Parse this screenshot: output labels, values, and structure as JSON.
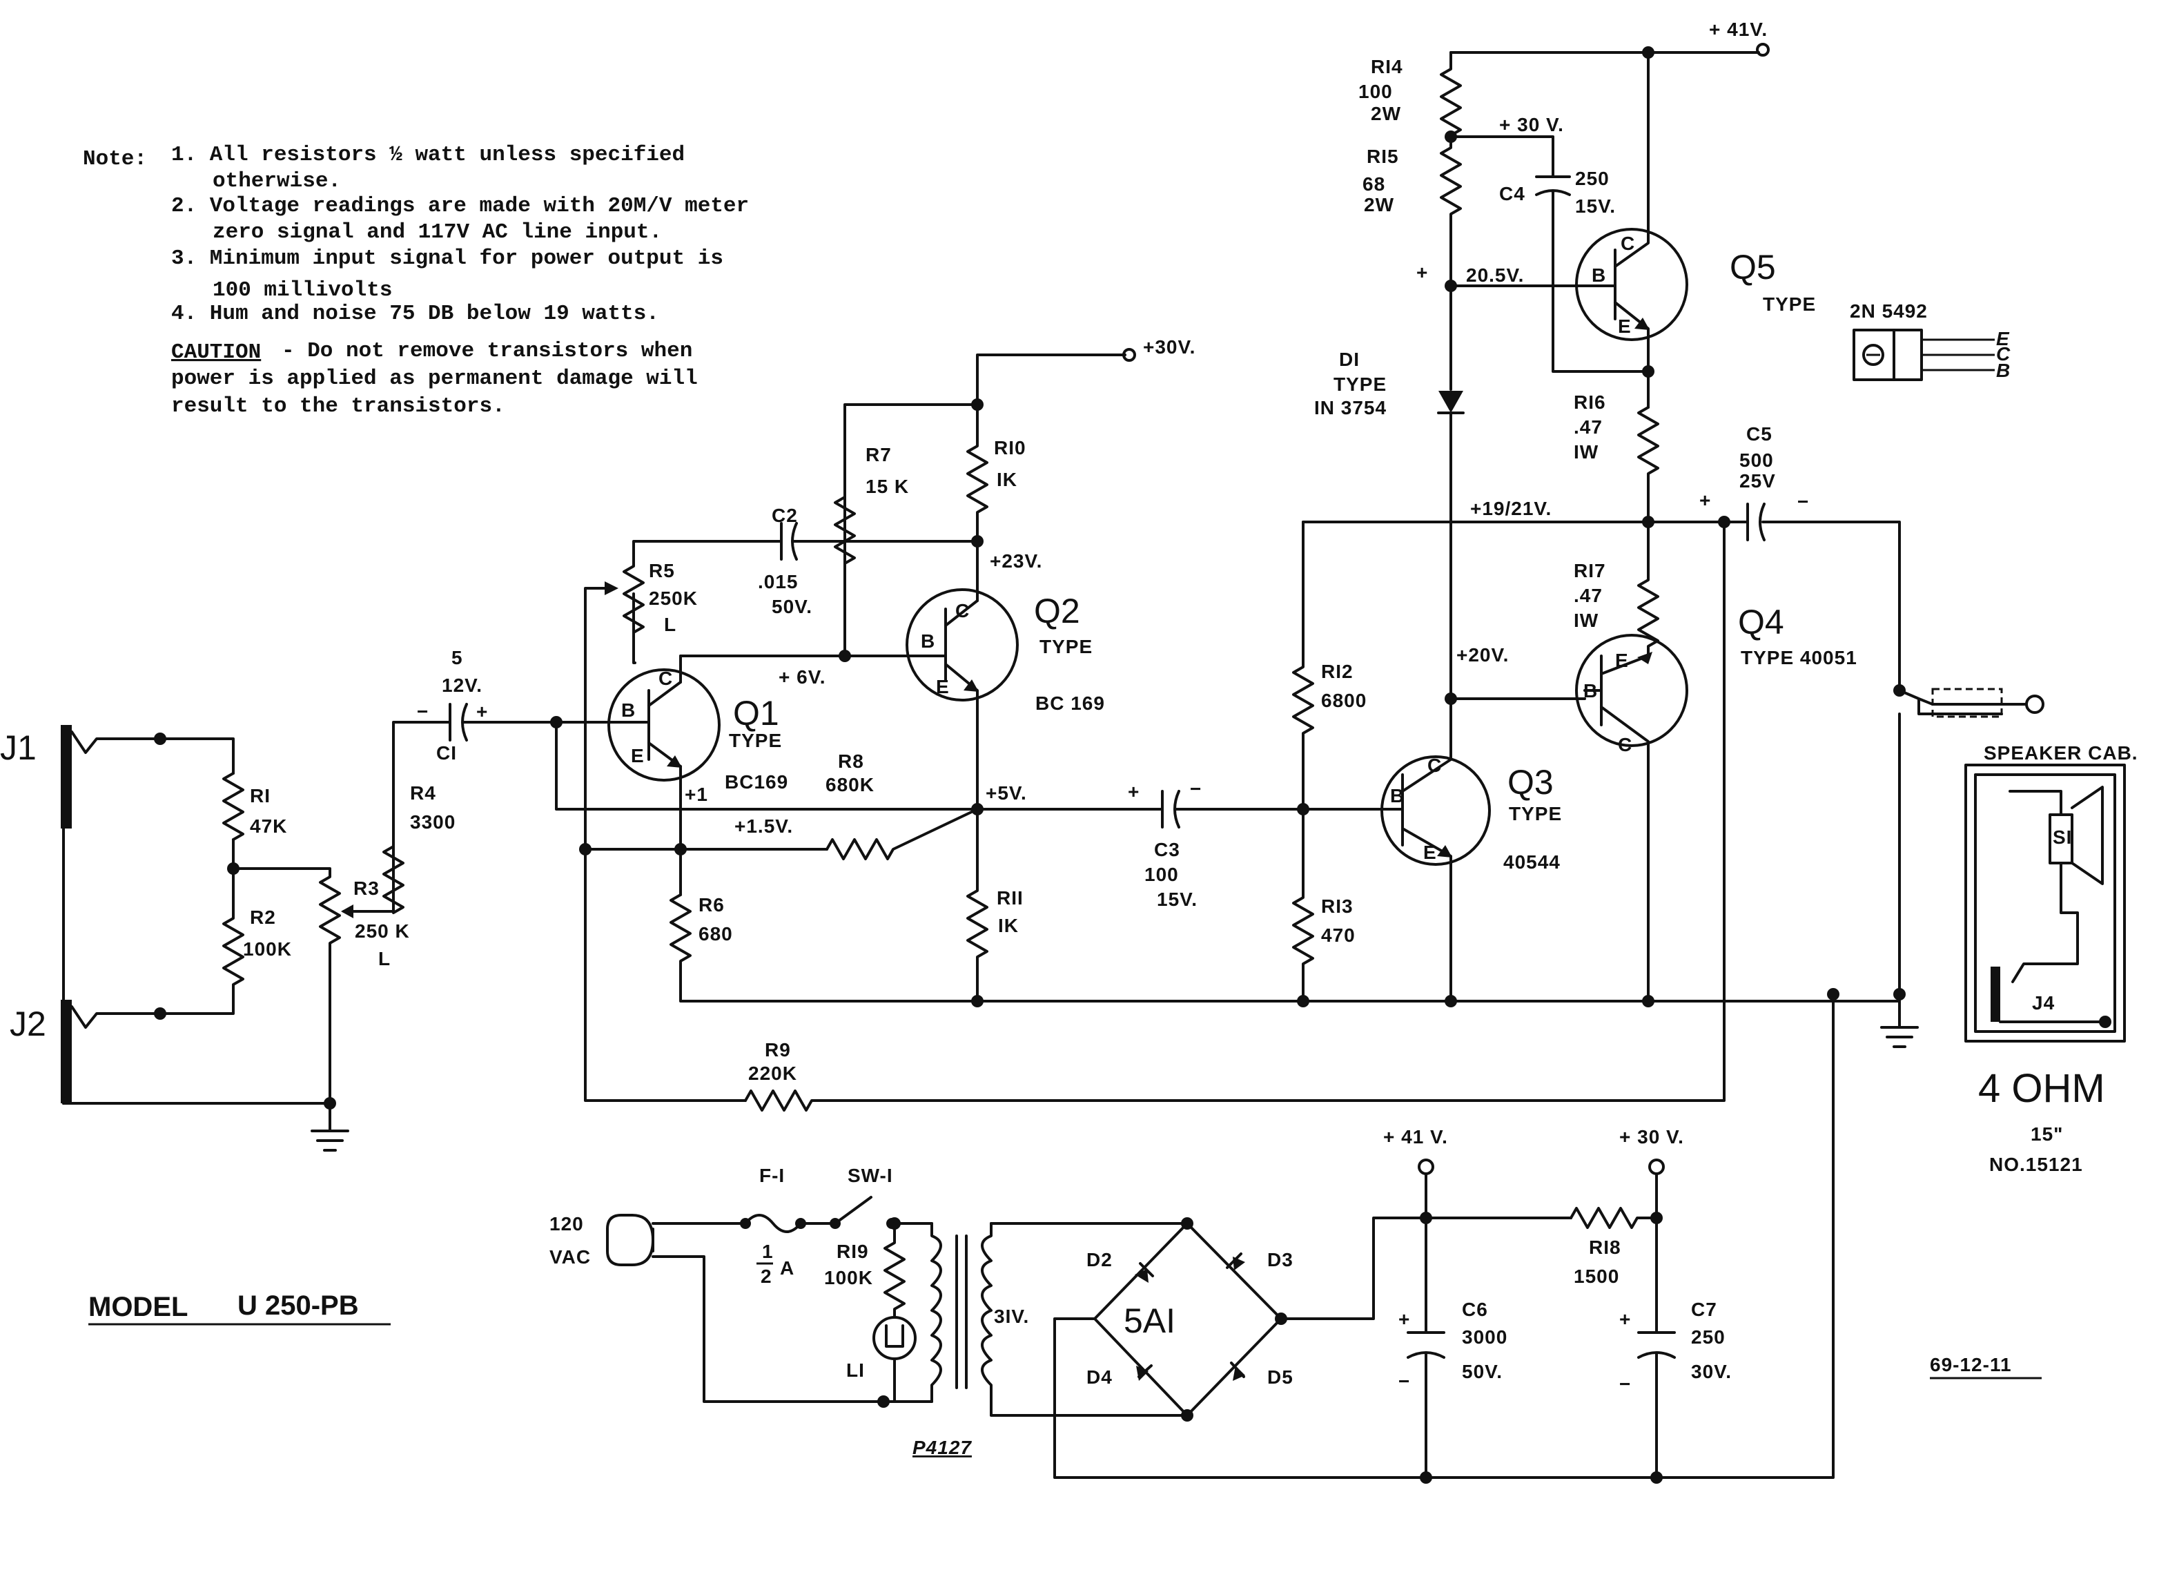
{
  "notes": {
    "heading": "Note:",
    "items": [
      "1. All resistors ½ watt unless specified",
      "otherwise.",
      "2. Voltage readings are made with 20M/V meter",
      "zero signal and 117V AC line input.",
      "3. Minimum input signal for power output is",
      "100 millivolts",
      "4. Hum and noise 75 DB below 19 watts."
    ],
    "caution_word": "CAUTION",
    "caution_lines": [
      "- Do not remove transistors when",
      "power is applied as permanent damage will",
      "result to the transistors."
    ]
  },
  "model": {
    "label": "MODEL",
    "value": "U 250-PB"
  },
  "date_code": "69-12-11",
  "transformer_code": "P4127",
  "rails": {
    "v41_top": "+ 41V.",
    "v30_top": "+30V.",
    "v41_ps": "+ 41 V.",
    "v30_ps": "+ 30 V."
  },
  "connectors": {
    "j1": "J1",
    "j2": "J2",
    "j4": "J4",
    "ac_line": "120",
    "ac_unit": "VAC"
  },
  "speaker": {
    "title": "SPEAKER CAB.",
    "switch": "SI",
    "impedance": "4 OHM",
    "size": "15\"",
    "part_no": "NO.15121"
  },
  "transistors": {
    "q1": {
      "name": "Q1",
      "type": "TYPE",
      "part": "BC169"
    },
    "q2": {
      "name": "Q2",
      "type": "TYPE",
      "part": "BC 169"
    },
    "q3": {
      "name": "Q3",
      "type": "TYPE",
      "part": "40544"
    },
    "q4": {
      "name": "Q4",
      "type": "TYPE 40051"
    },
    "q5": {
      "name": "Q5",
      "type": "TYPE",
      "part": "2N 5492"
    },
    "pins": {
      "b": "B",
      "c": "C",
      "e": "E"
    }
  },
  "resistors": {
    "r1": [
      "RI",
      "47K"
    ],
    "r2": [
      "R2",
      "100K"
    ],
    "r3": [
      "R3",
      "250 K",
      "L"
    ],
    "r4": [
      "R4",
      "3300"
    ],
    "r5": [
      "R5",
      "250K",
      "L"
    ],
    "r6": [
      "R6",
      "680"
    ],
    "r7": [
      "R7",
      "15 K"
    ],
    "r8": [
      "R8",
      "680K"
    ],
    "r9": [
      "R9",
      "220K"
    ],
    "r10": [
      "RI0",
      "IK"
    ],
    "r11": [
      "RII",
      "IK"
    ],
    "r12": [
      "RI2",
      "6800"
    ],
    "r13": [
      "RI3",
      "470"
    ],
    "r14": [
      "RI4",
      "100",
      "2W"
    ],
    "r15": [
      "RI5",
      "68",
      "2W"
    ],
    "r16": [
      "RI6",
      ".47",
      "IW"
    ],
    "r17": [
      "RI7",
      ".47",
      "IW"
    ],
    "r18": [
      "RI8",
      "1500"
    ],
    "r19": [
      "RI9",
      "100K"
    ]
  },
  "capacitors": {
    "c1": [
      "5",
      "12V.",
      "CI"
    ],
    "c2": [
      "C2",
      ".015",
      "50V."
    ],
    "c3": [
      "C3",
      "100",
      "15V."
    ],
    "c4": [
      "C4",
      "250",
      "15V."
    ],
    "c5": [
      "C5",
      "500",
      "25V"
    ],
    "c6": [
      "C6",
      "3000",
      "50V."
    ],
    "c7": [
      "C7",
      "250",
      "30V."
    ]
  },
  "diodes": {
    "d1": [
      "DI",
      "TYPE",
      "IN 3754"
    ],
    "d2": "D2",
    "d3": "D3",
    "d4": "D4",
    "d5": "D5",
    "bridge": "5AI"
  },
  "misc": {
    "fuse": "F-I",
    "fuse_val_num": "1",
    "fuse_val_den": "2",
    "fuse_val_unit": "A",
    "switch": "SW-I",
    "lamp": "LI",
    "sec_volt": "3IV."
  },
  "voltages": {
    "v20_5": "20.5V.",
    "v30": "+ 30 V.",
    "v19_21": "+19/21V.",
    "v20": "+20V.",
    "v23": "+23V.",
    "v6": "+ 6V.",
    "v5": "+5V.",
    "v1_5": "+1.5V.",
    "v1": "+1",
    "v_plus": "+"
  }
}
